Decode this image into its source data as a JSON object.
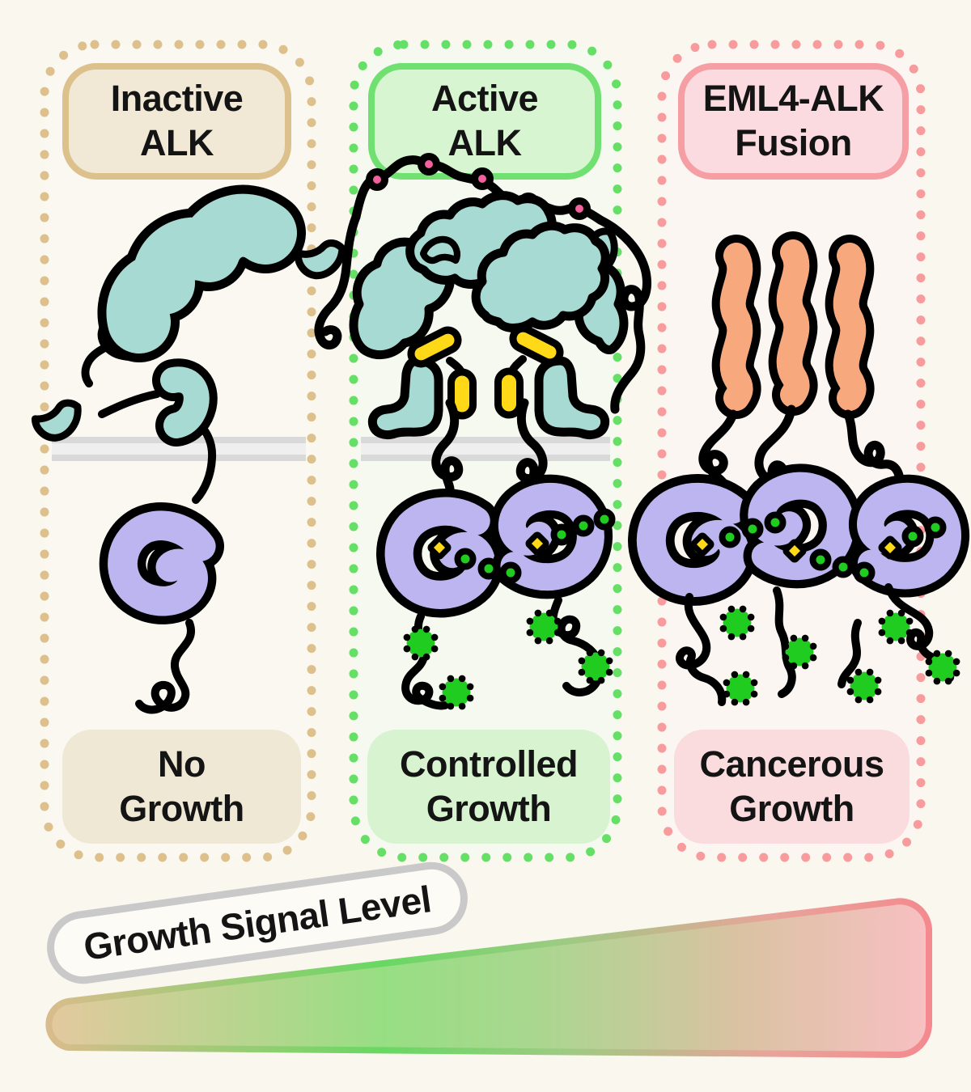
{
  "colors": {
    "bg": "#FAF7EF",
    "teal": "#A6DAD3",
    "purple": "#BDB5F0",
    "orange": "#F7A87C",
    "yellow": "#FFD918",
    "green": "#1FCC1F",
    "pink": "#F2609D",
    "mem-edge": "#D9D9D9",
    "mem-mid": "#EFEFEF",
    "c1-dot": "#DDC08C",
    "c1-bg": "#FAF8F0",
    "c1-head-bg": "#F1E9D6",
    "c1-head-bd": "#DCC18C",
    "c1-out-bg": "#EFE8D5",
    "c2-dot": "#66DF66",
    "c2-bg": "#F5F9EF",
    "c2-head-bg": "#D8F5D1",
    "c2-head-bd": "#70E070",
    "c2-out-bg": "#D7F3D0",
    "c3-dot": "#F89B9D",
    "c3-bg": "#FCF6F2",
    "c3-head-bg": "#FBDBDF",
    "c3-head-bd": "#F59FA4",
    "c3-out-bg": "#FADCDE",
    "pill-bd": "#C9C9C9",
    "pill-bg": "#FDFBF5"
  },
  "panels": [
    {
      "id": "inactive-alk",
      "title": [
        "Inactive",
        "ALK"
      ],
      "outcome": [
        "No",
        "Growth"
      ]
    },
    {
      "id": "active-alk",
      "title": [
        "Active",
        "ALK"
      ],
      "outcome": [
        "Controlled",
        "Growth"
      ]
    },
    {
      "id": "eml4-alk-fusion",
      "title": [
        "EML4-ALK",
        "Fusion"
      ],
      "outcome": [
        "Cancerous",
        "Growth"
      ]
    }
  ],
  "legend": {
    "label": "Growth Signal Level",
    "gradient": [
      "#E3C99E",
      "#97DE83",
      "#D9C2A2",
      "#F8C0C2"
    ],
    "gradient_stroke": [
      "#D9BC8C",
      "#68D862",
      "#E0A193",
      "#F48A8F"
    ]
  },
  "molecules": {
    "extracellular_domain_color_name": "teal",
    "kinase_domain_color_name": "purple",
    "coiled_coil_color_name": "orange",
    "ligand_dot_color_name": "pink",
    "phosphate_color_name": "green",
    "atp_color_name": "yellow"
  }
}
